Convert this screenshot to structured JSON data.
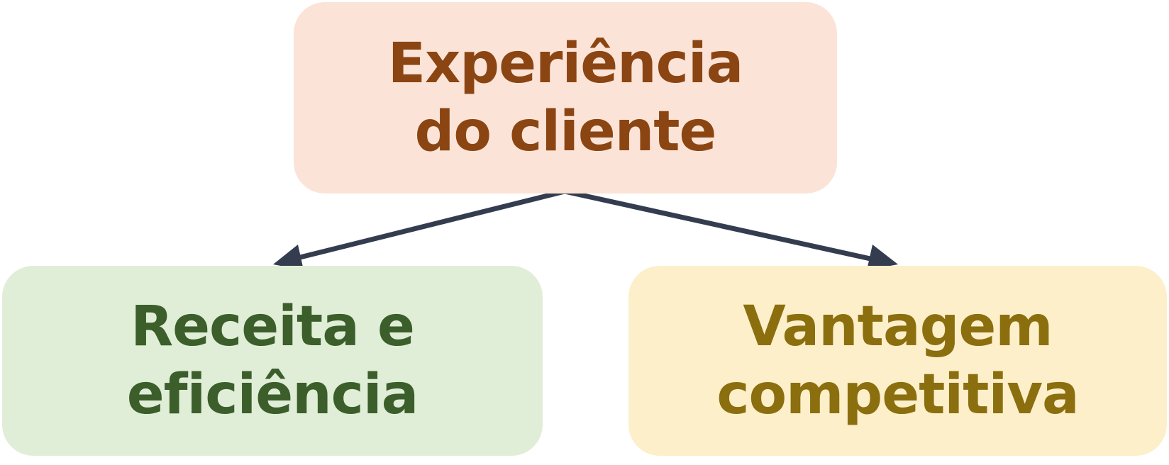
{
  "diagram": {
    "nodes": {
      "top": {
        "label": "Experiência\ndo cliente"
      },
      "left": {
        "label": "Receita e\neficiência"
      },
      "right": {
        "label": "Vantagem\ncompetitiva"
      }
    },
    "edges": [
      {
        "from": "top",
        "to": "left"
      },
      {
        "from": "top",
        "to": "right"
      }
    ],
    "colors": {
      "top_fill": "#fbe4d7",
      "top_text": "#8b4513",
      "left_fill": "#e0eed7",
      "left_text": "#3b5e2b",
      "right_fill": "#fcefca",
      "right_text": "#8b6e0e",
      "arrow": "#343d4f"
    }
  }
}
